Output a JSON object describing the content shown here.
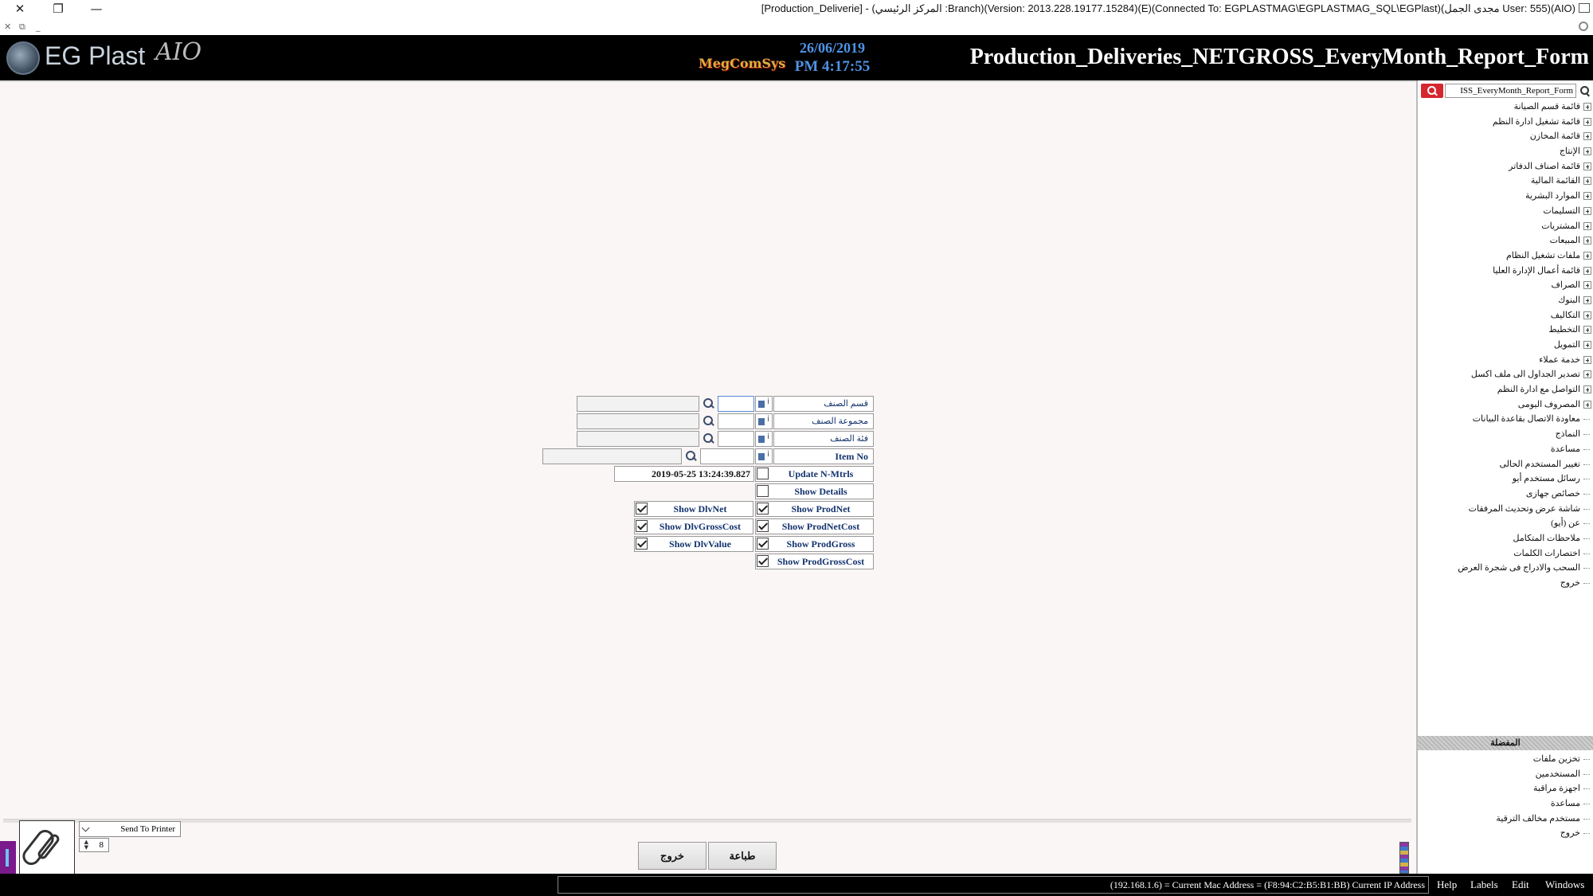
{
  "window": {
    "title": "[Production_Deliverie] - (المركز الرئيسي :Branch)(Version: 2013.228.19177.15284)(E)(Connected To: EGPLASTMAG\\EGPLASTMAG_SQL\\EGPlast)(مجدى الجمل User: 555)(AIO)",
    "close_glyph": "✕",
    "restore_glyph": "❐",
    "minimize_glyph": "—",
    "small_close": "✕",
    "small_restore": "⧉",
    "small_min": "_"
  },
  "header": {
    "logo_text": "EG Plast",
    "logo_suffix": "AIO",
    "company_logo": "MegComSys",
    "date": "26/06/2019",
    "time": "PM 4:17:55",
    "form_title": "Production_Deliveries_NETGROSS_EveryMonth_Report_Form"
  },
  "form": {
    "item_section_label": "قسم الصنف",
    "item_group_label": "مجموعة الصنف",
    "item_category_label": "فئة الصنف",
    "item_no_label": "Item No",
    "update_label": "Update N-Mtrls",
    "update_datetime": "2019-05-25 13:24:39.827",
    "show_details_label": "Show Details",
    "show_prodnet_label": "Show ProdNet",
    "show_prodnetcost_label": "Show ProdNetCost",
    "show_prodgross_label": "Show ProdGross",
    "show_prodgrosscost_label": "Show ProdGrossCost",
    "show_dlvnet_label": "Show DlvNet",
    "show_dlvgrosscost_label": "Show DlvGrossCost",
    "show_dlvvalue_label": "Show DlvValue",
    "mini_btn_letter": "i",
    "checks": {
      "update": false,
      "details": false,
      "prodnet": true,
      "prodnetcost": true,
      "prodgross": true,
      "prodgrosscost": true,
      "dlvnet": true,
      "dlvgrosscost": true,
      "dlvvalue": true
    }
  },
  "bottom": {
    "printer_option": "Send To Printer",
    "copies": "8",
    "exit_button": "خروج",
    "print_button": "طباعة"
  },
  "sidebar": {
    "search_value": "ISS_EveryMonth_Report_Form",
    "tree": [
      {
        "label": "قائمة قسم الصيانة",
        "expandable": true
      },
      {
        "label": "قائمة تشغيل ادارة النظم",
        "expandable": true
      },
      {
        "label": "قائمة المخازن",
        "expandable": true
      },
      {
        "label": "الإنتاج",
        "expandable": true
      },
      {
        "label": "قائمة اصناف الدفاتر",
        "expandable": true
      },
      {
        "label": "القائمة المالية",
        "expandable": true
      },
      {
        "label": "الموارد البشرية",
        "expandable": true
      },
      {
        "label": "التسليمات",
        "expandable": true
      },
      {
        "label": "المشتريات",
        "expandable": true
      },
      {
        "label": "المبيعات",
        "expandable": true
      },
      {
        "label": "ملفات تشغيل النظام",
        "expandable": true
      },
      {
        "label": "قائمة أعمال الإدارة العليا",
        "expandable": true
      },
      {
        "label": "الصراف",
        "expandable": true
      },
      {
        "label": "البنوك",
        "expandable": true
      },
      {
        "label": "التكاليف",
        "expandable": true
      },
      {
        "label": "التخطيط",
        "expandable": true
      },
      {
        "label": "التمويل",
        "expandable": true
      },
      {
        "label": "خدمة عملاء",
        "expandable": true
      },
      {
        "label": "تصدير الجداول الى ملف اكسل",
        "expandable": true
      },
      {
        "label": "التواصل مع ادارة النظم",
        "expandable": true
      },
      {
        "label": "المصروف اليومى",
        "expandable": true
      },
      {
        "label": "معاودة الاتصال بقاعدة البيانات",
        "expandable": false
      },
      {
        "label": "النماذج",
        "expandable": false
      },
      {
        "label": "مساعدة",
        "expandable": false
      },
      {
        "label": "تغيير المستخدم الحالى",
        "expandable": false
      },
      {
        "label": "رسائل مستخدم أيو",
        "expandable": false
      },
      {
        "label": "خصائص جهازى",
        "expandable": false
      },
      {
        "label": "شاشة عرض وتحديث المرفقات",
        "expandable": false
      },
      {
        "label": "عن (أيو)",
        "expandable": false
      },
      {
        "label": "ملاحظات المتكامل",
        "expandable": false
      },
      {
        "label": "اختصارات الكلمات",
        "expandable": false
      },
      {
        "label": "السحب والادراج فى شجرة العرض",
        "expandable": false
      },
      {
        "label": "خروج",
        "expandable": false
      }
    ],
    "favorites_title": "المفضلة",
    "favorites": [
      "تخزين ملفات",
      "المستخدمين",
      "اجهزة مراقبة",
      "مساعدة",
      "مستخدم مخالف الترقية",
      "خروج"
    ]
  },
  "statusbar": {
    "info": "(192.168.1.6) = Current Mac Address = (F8:94:C2:B5:B1:BB) Current IP Address",
    "menus": [
      "Help",
      "Labels",
      "Edit",
      "Windows"
    ]
  }
}
